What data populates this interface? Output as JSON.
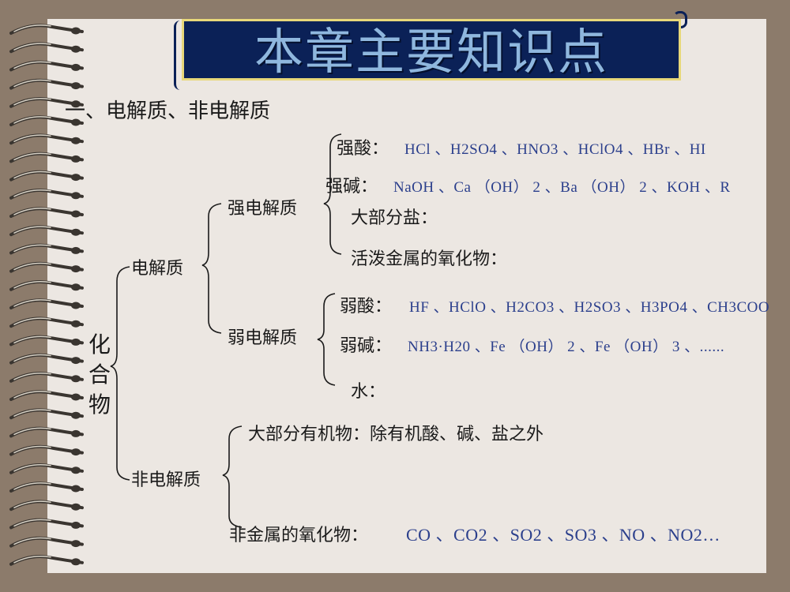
{
  "title": "本章主要知识点",
  "section_heading": "一、电解质、非电解质",
  "root": "化合物",
  "electrolyte": {
    "label": "电解质",
    "strong": {
      "label": "强电解质",
      "acid_label": "强酸：",
      "acid_formulas": "HCl 、H2SO4 、HNO3 、HClO4 、HBr 、HI",
      "base_label": "强碱：",
      "base_formulas": "NaOH 、Ca （OH） 2 、Ba （OH） 2 、KOH 、R",
      "salt_label": "大部分盐：",
      "oxide_label": "活泼金属的氧化物："
    },
    "weak": {
      "label": "弱电解质",
      "acid_label": "弱酸：",
      "acid_formulas": "HF 、HClO 、H2CO3 、H2SO3 、H3PO4 、CH3COO",
      "base_label": "弱碱：",
      "base_formulas": "NH3·H20 、Fe （OH） 2 、Fe （OH） 3 、......",
      "water_label": "水："
    }
  },
  "nonelectrolyte": {
    "label": "非电解质",
    "organic": "大部分有机物：除有机酸、碱、盐之外",
    "oxide_label": "非金属的氧化物：",
    "oxide_formulas": "CO 、CO2 、SO2 、SO3 、NO 、NO2…"
  },
  "colors": {
    "background": "#8c7b6b",
    "paper": "#ece7e2",
    "title_banner": "#0b2157",
    "title_text": "#8fb7de",
    "banner_border": "#e8d87a",
    "formula_text": "#2b3f8c"
  },
  "icons": [
    "spiral-binding-rings",
    "scroll-curl"
  ]
}
